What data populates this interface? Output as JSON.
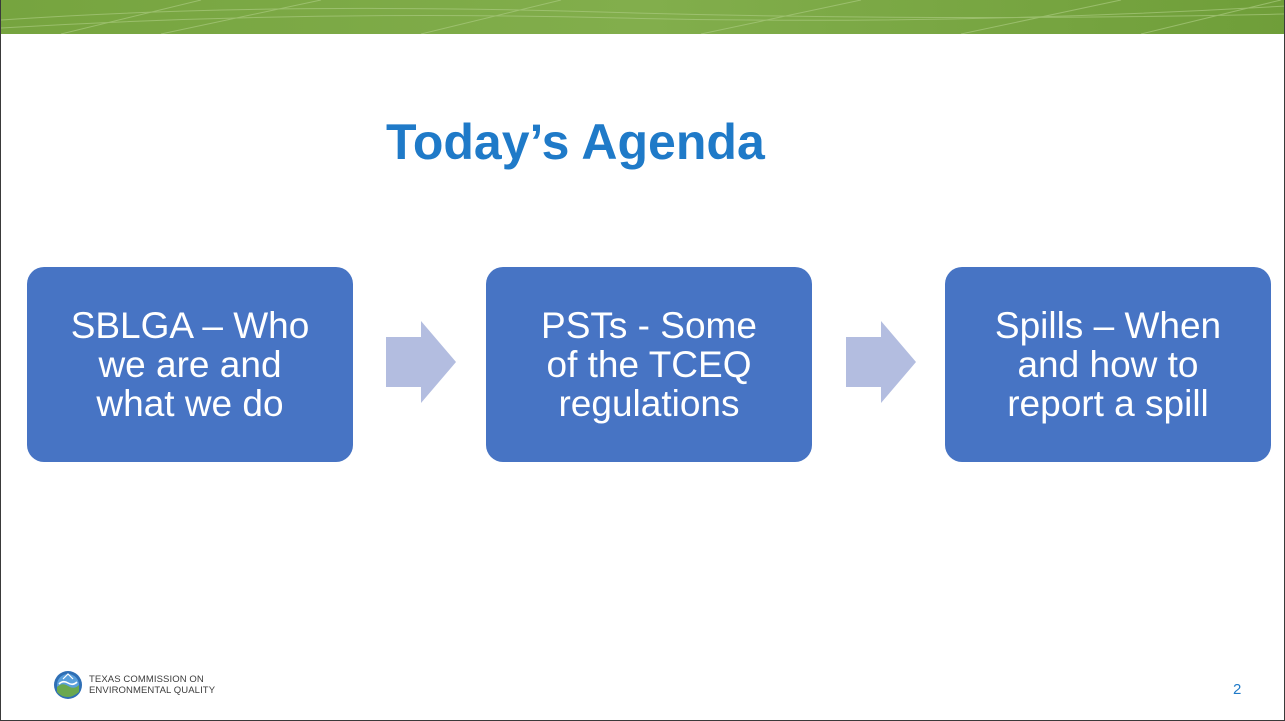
{
  "slide": {
    "title": "Today’s Agenda",
    "page_number": "2"
  },
  "steps": [
    {
      "lines": [
        "SBLGA – Who",
        "we are and",
        "what we do"
      ]
    },
    {
      "lines": [
        "PSTs - Some",
        "of the TCEQ",
        "regulations"
      ]
    },
    {
      "lines": [
        "Spills – When",
        "and how to",
        "report a spill"
      ]
    }
  ],
  "footer": {
    "org_line1": "TEXAS COMMISSION ON",
    "org_line2": "ENVIRONMENTAL QUALITY",
    "logo_icon": "tceq-logo-icon"
  },
  "colors": {
    "title": "#1f7ac8",
    "step_fill": "#4774c4",
    "arrow_fill": "#b3bde0",
    "banner_green": "#7daa45"
  }
}
